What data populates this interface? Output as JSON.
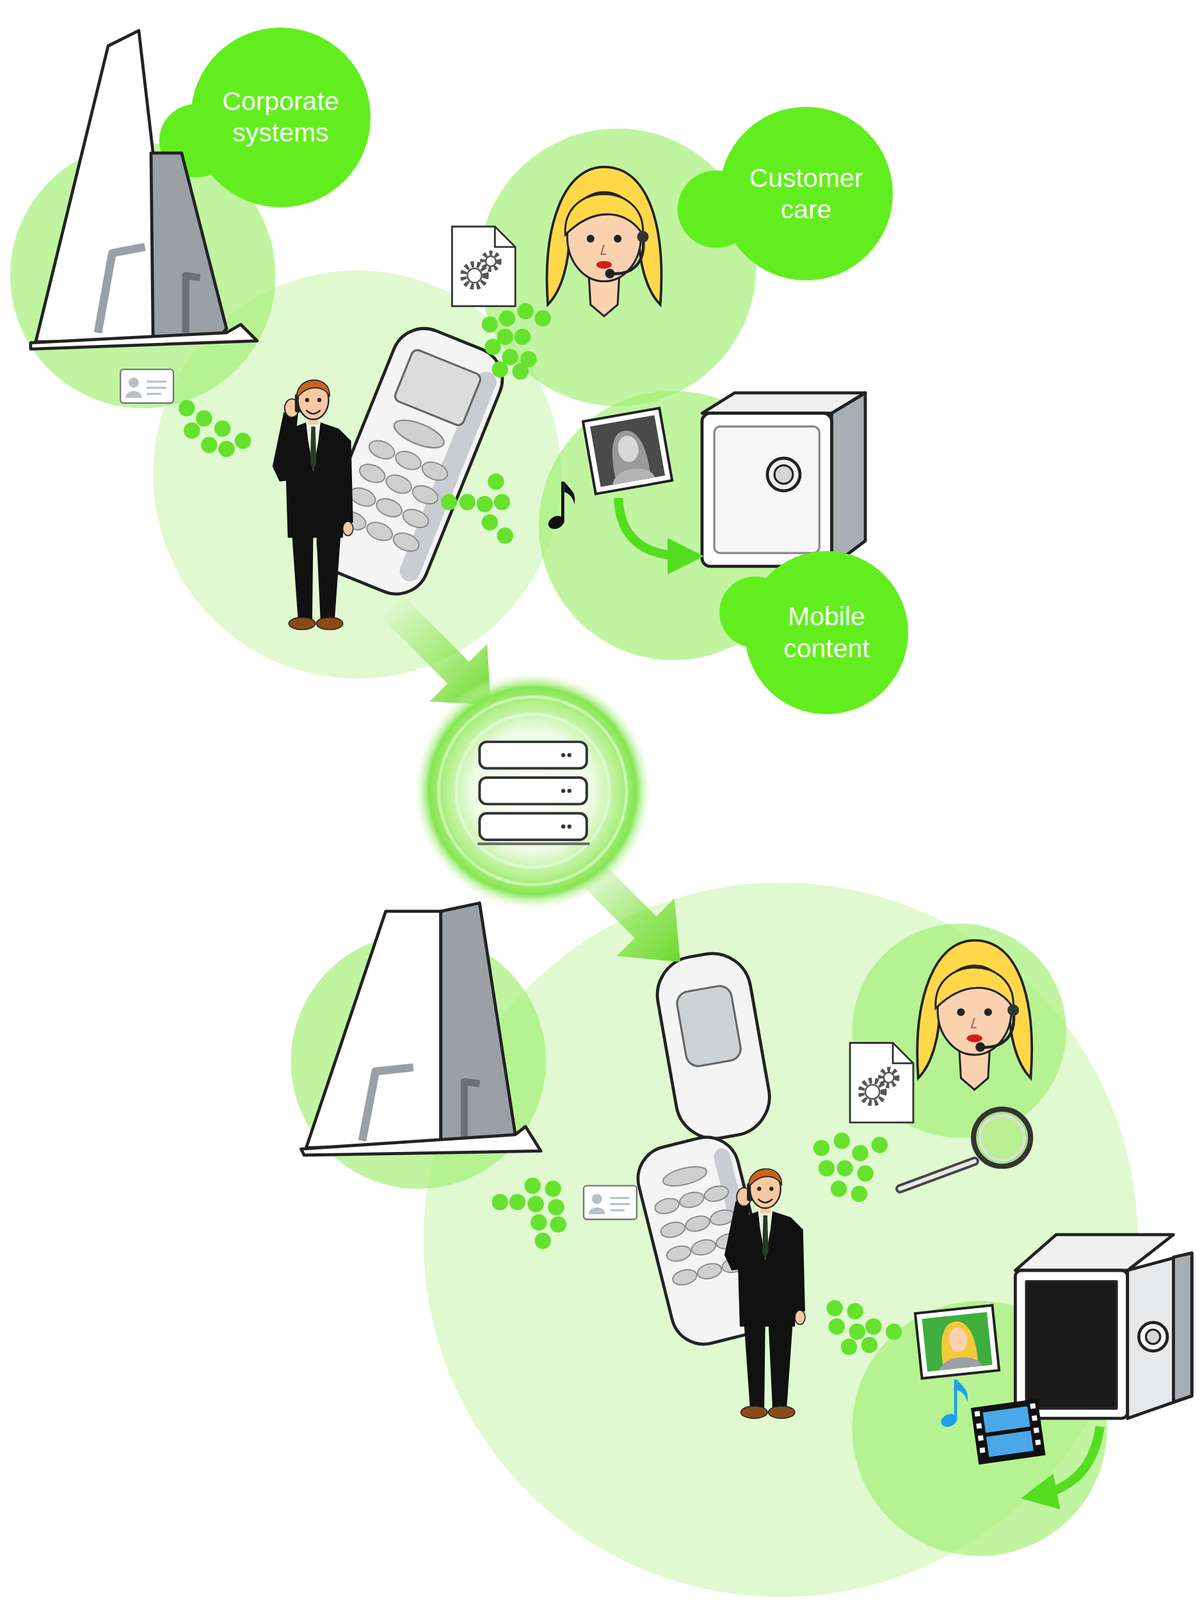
{
  "diagram": {
    "nodes": [
      {
        "text": [
          "Corporate systems"
        ]
      },
      {
        "text": [
          "Customer care"
        ]
      },
      {
        "text": [
          "Mobile content"
        ]
      }
    ]
  }
}
